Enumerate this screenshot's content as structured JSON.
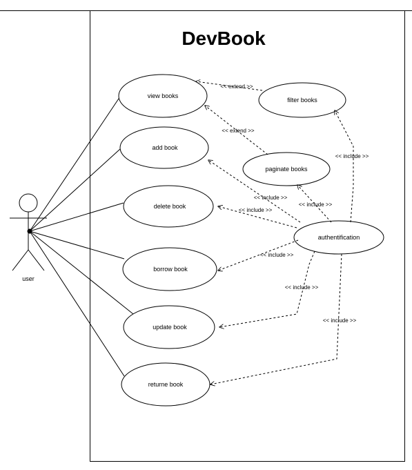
{
  "diagram": {
    "title": "DevBook",
    "actor": {
      "label": "user"
    },
    "use_cases": {
      "view_books": "view books",
      "add_book": "add book",
      "delete_book": "delete book",
      "borrow_book": "borrow book",
      "update_book": "update book",
      "return_book": "returne book",
      "filter_books": "filter books",
      "paginate_books": "paginate books",
      "authentification": "authentification"
    },
    "relations": {
      "extend_filter_view": "<< extend >>",
      "extend_paginate_view": "<< extend >>",
      "include_auth_filter": "<< include >>",
      "include_auth_paginate": "<< include >>",
      "include_auth_add": "<< include >>",
      "include_auth_delete": "<< include >>",
      "include_auth_borrow": "<< include >>",
      "include_auth_update": "<< include >>",
      "include_auth_return": "<< include >>"
    }
  }
}
